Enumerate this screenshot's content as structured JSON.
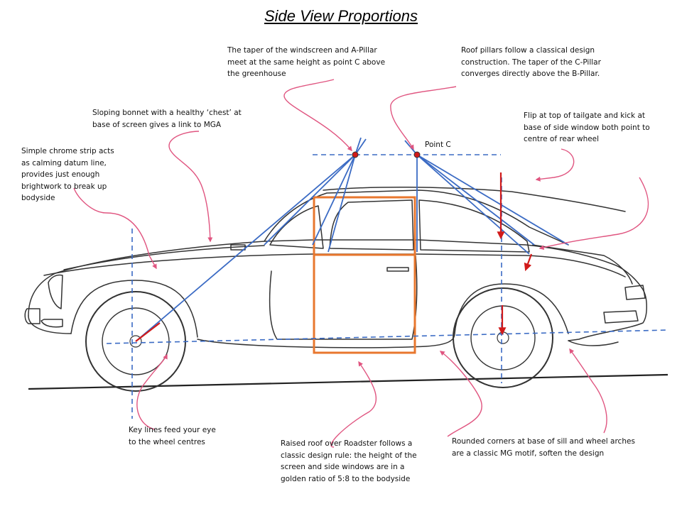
{
  "title": "Side View Proportions",
  "point_c_label": "Point C",
  "notes": {
    "windscreen_taper": "The taper of the windscreen and A-Pillar\nmeet at the same height as point C above\nthe greenhouse",
    "roof_pillars": "Roof pillars follow a classical design\nconstruction. The taper of the C-Pillar\nconverges directly above the B-Pillar.",
    "sloping_bonnet": "Sloping bonnet with a healthy ‘chest’ at\nbase of screen gives a link to MGA",
    "chrome_strip": "Simple chrome strip acts\nas calming datum line,\nprovides just enough\nbrightwork to break up\nbodyside",
    "tailgate_flip": "Flip at top of tailgate and kick at\nbase of side window both point to\ncentre of rear wheel",
    "key_lines": "Key lines feed your eye\nto the wheel centres",
    "raised_roof": "Raised roof over Roadster follows a\nclassic design rule: the height of the\nscreen and side windows are in a\ngolden ratio of 5:8 to the bodyside",
    "rounded_corners": "Rounded corners at base of sill and wheel arches\nare a classic MG motif, soften the design"
  },
  "colors": {
    "construction_line": "#3b6bc4",
    "annotation_leader": "#e05580",
    "proportion_box": "#e8772e",
    "arrow": "#d11a1a",
    "sketch": "#333333"
  }
}
